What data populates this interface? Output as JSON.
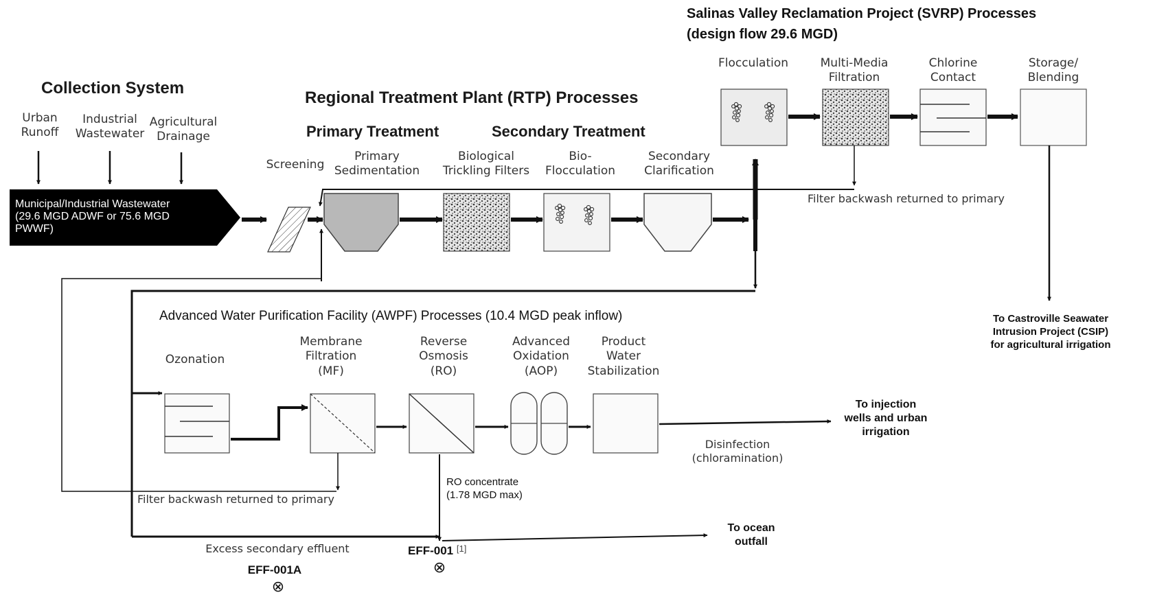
{
  "svrp": {
    "title_line1": "Salinas Valley Reclamation Project (SVRP) Processes",
    "title_line2": "(design flow 29.6 MGD)",
    "steps": {
      "flocculation": "Flocculation",
      "multimedia_1": "Multi-Media",
      "multimedia_2": "Filtration",
      "chlorine_1": "Chlorine",
      "chlorine_2": "Contact",
      "storage_1": "Storage/",
      "storage_2": "Blending"
    },
    "backwash": "Filter backwash returned to primary",
    "csip_1": "To Castroville Seawater",
    "csip_2": "Intrusion Project (CSIP)",
    "csip_3": "for agricultural irrigation"
  },
  "collection": {
    "title": "Collection System",
    "urban_1": "Urban",
    "urban_2": "Runoff",
    "industrial_1": "Industrial",
    "industrial_2": "Wastewater",
    "agri_1": "Agricultural",
    "agri_2": "Drainage",
    "source_1": "Municipal/Industrial Wastewater",
    "source_2": "(29.6 MGD ADWF or 75.6 MGD",
    "source_3": "PWWF)"
  },
  "rtp": {
    "title": "Regional Treatment Plant (RTP) Processes",
    "primary": "Primary Treatment",
    "secondary": "Secondary Treatment",
    "screening": "Screening",
    "prim_sed_1": "Primary",
    "prim_sed_2": "Sedimentation",
    "bio_1": "Biological",
    "bio_2": "Trickling Filters",
    "biofloc_1": "Bio-",
    "biofloc_2": "Flocculation",
    "sec_clar_1": "Secondary",
    "sec_clar_2": "Clarification"
  },
  "awpf": {
    "title": "Advanced Water Purification Facility (AWPF) Processes (10.4 MGD peak inflow)",
    "ozonation": "Ozonation",
    "mf_1": "Membrane",
    "mf_2": "Filtration",
    "mf_3": "(MF)",
    "ro_1": "Reverse",
    "ro_2": "Osmosis",
    "ro_3": "(RO)",
    "aop_1": "Advanced",
    "aop_2": "Oxidation",
    "aop_3": "(AOP)",
    "pws_1": "Product",
    "pws_2": "Water",
    "pws_3": "Stabilization",
    "disinfection_1": "Disinfection",
    "disinfection_2": "(chloramination)",
    "injection_1": "To injection",
    "injection_2": "wells and urban",
    "injection_3": "irrigation",
    "backwash": "Filter backwash returned to primary",
    "ro_conc_1": "RO concentrate",
    "ro_conc_2": "(1.78 MGD max)"
  },
  "outfall": {
    "excess": "Excess secondary effluent",
    "eff001a": "EFF-001A",
    "eff001": "EFF-001",
    "footnote": "[1]",
    "ocean_1": "To ocean",
    "ocean_2": "outfall",
    "symbol": "⊗"
  }
}
